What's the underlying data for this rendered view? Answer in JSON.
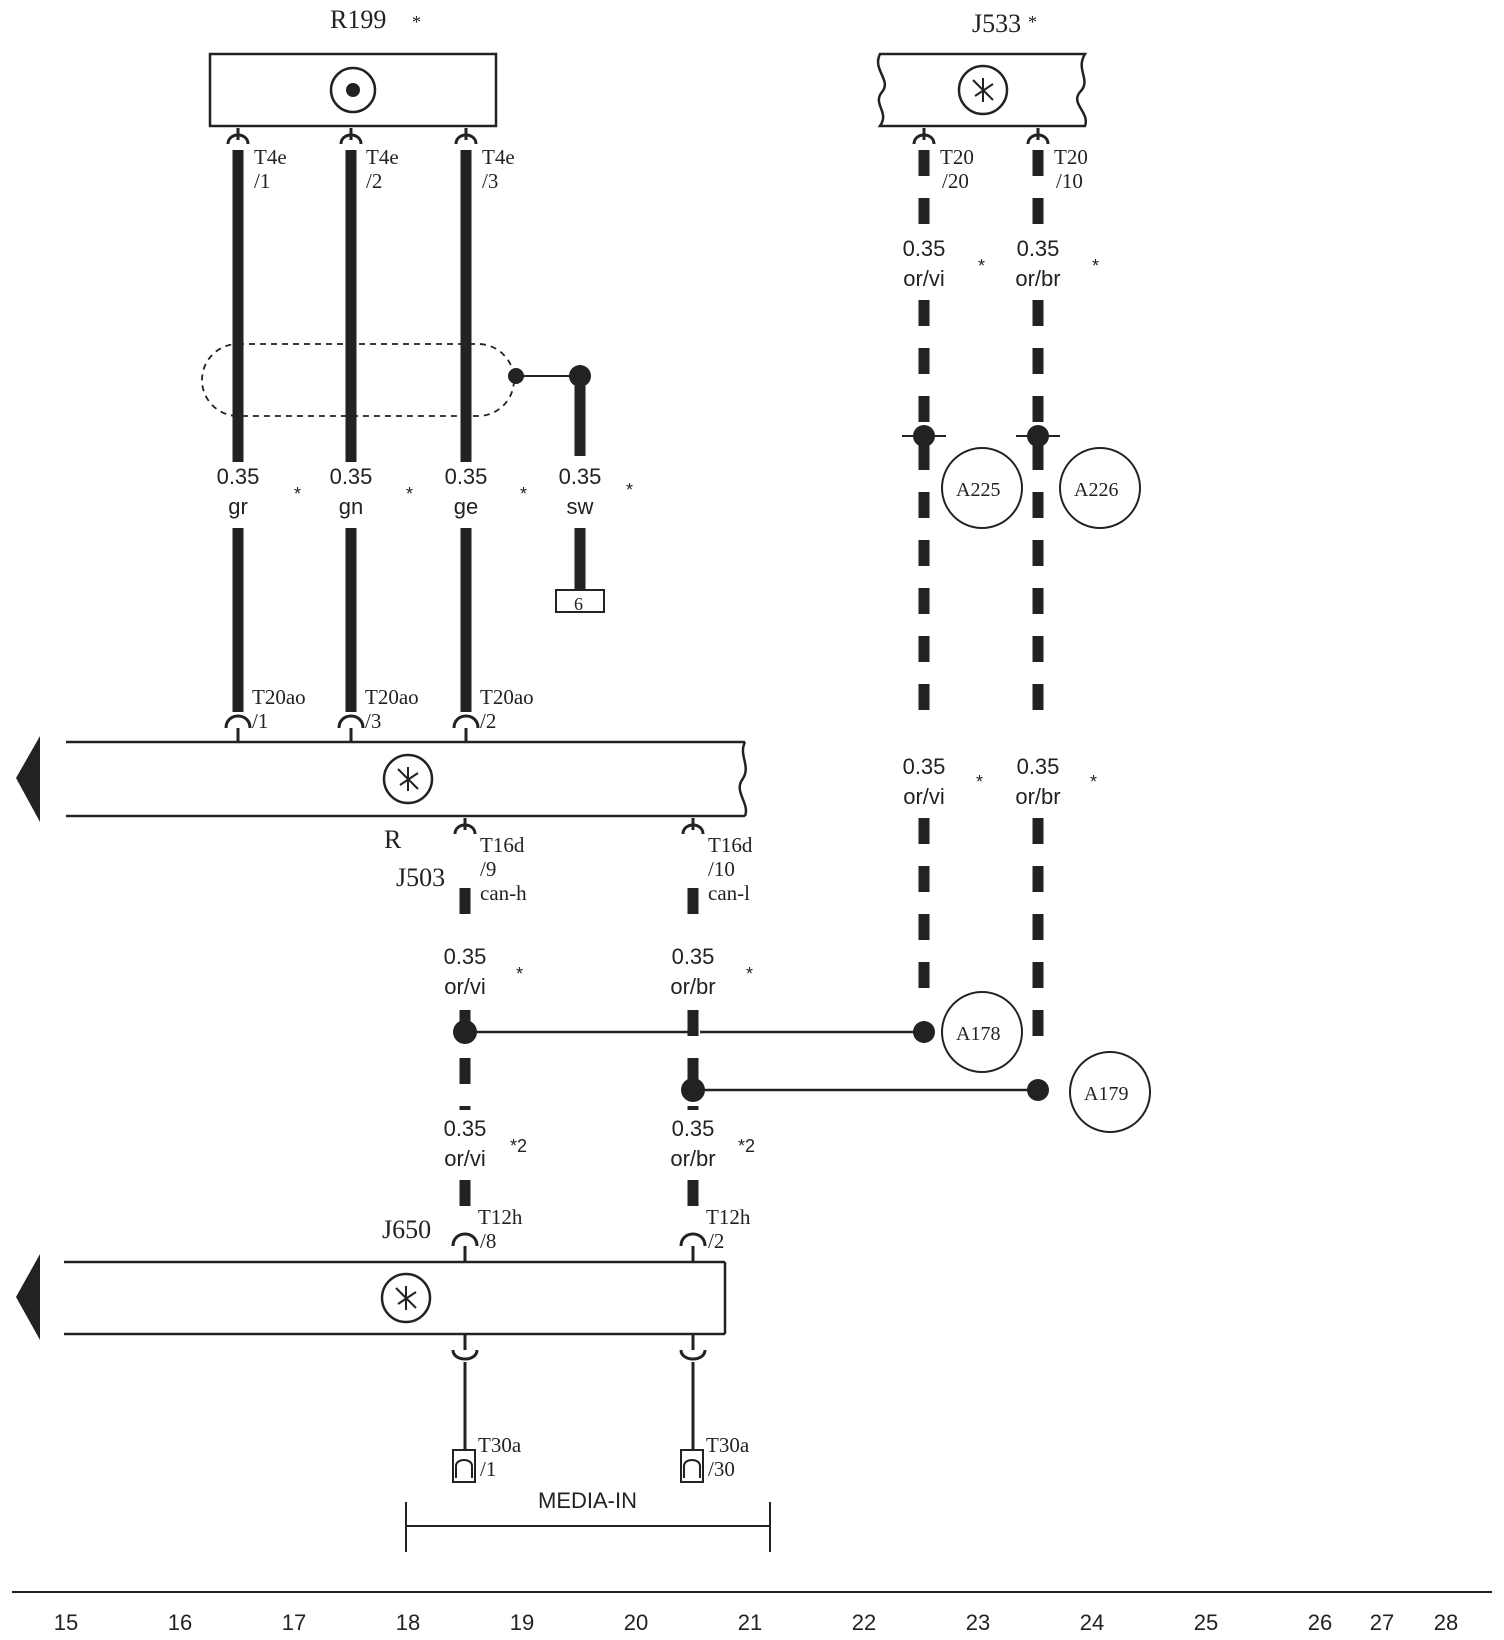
{
  "components": {
    "r199": {
      "name": "R199",
      "star": "*"
    },
    "j533": {
      "name": "J533",
      "star": "*"
    },
    "r": {
      "name": "R"
    },
    "j503": {
      "name": "J503"
    },
    "j650": {
      "name": "J650"
    }
  },
  "pins": {
    "t4e_1": {
      "a": "T4e",
      "b": "/1"
    },
    "t4e_2": {
      "a": "T4e",
      "b": "/2"
    },
    "t4e_3": {
      "a": "T4e",
      "b": "/3"
    },
    "t20_20": {
      "a": "T20",
      "b": "/20"
    },
    "t20_10": {
      "a": "T20",
      "b": "/10"
    },
    "t20ao_1": {
      "a": "T20ao",
      "b": "/1"
    },
    "t20ao_3": {
      "a": "T20ao",
      "b": "/3"
    },
    "t20ao_2": {
      "a": "T20ao",
      "b": "/2"
    },
    "t16d_9": {
      "a": "T16d",
      "b": "/9",
      "c": "can-h"
    },
    "t16d_10": {
      "a": "T16d",
      "b": "/10",
      "c": "can-l"
    },
    "t12h_8": {
      "a": "T12h",
      "b": "/8"
    },
    "t12h_2": {
      "a": "T12h",
      "b": "/2"
    },
    "t30a_1": {
      "a": "T30a",
      "b": "/1"
    },
    "t30a_30": {
      "a": "T30a",
      "b": "/30"
    }
  },
  "wires": {
    "gr": {
      "size": "0.35",
      "color": "gr",
      "star": "*"
    },
    "gn": {
      "size": "0.35",
      "color": "gn",
      "star": "*"
    },
    "ge": {
      "size": "0.35",
      "color": "ge",
      "star": "*"
    },
    "sw": {
      "size": "0.35",
      "color": "sw",
      "star": "*"
    },
    "j533_orvi_top": {
      "size": "0.35",
      "color": "or/vi",
      "star": "*"
    },
    "j533_orbr_top": {
      "size": "0.35",
      "color": "or/br",
      "star": "*"
    },
    "j533_orvi_mid": {
      "size": "0.35",
      "color": "or/vi",
      "star": "*"
    },
    "j533_orbr_mid": {
      "size": "0.35",
      "color": "or/br",
      "star": "*"
    },
    "canh_upper": {
      "size": "0.35",
      "color": "or/vi",
      "star": "*"
    },
    "canl_upper": {
      "size": "0.35",
      "color": "or/br",
      "star": "*"
    },
    "canh_lower": {
      "size": "0.35",
      "color": "or/vi",
      "star": "*2"
    },
    "canl_lower": {
      "size": "0.35",
      "color": "or/br",
      "star": "*2"
    }
  },
  "ground": {
    "number": "6"
  },
  "connectors": {
    "a225": "A225",
    "a226": "A226",
    "a178": "A178",
    "a179": "A179"
  },
  "media_label": "MEDIA-IN",
  "grid_numbers": [
    "15",
    "16",
    "17",
    "18",
    "19",
    "20",
    "21",
    "22",
    "23",
    "24",
    "25",
    "26",
    "27",
    "28"
  ]
}
